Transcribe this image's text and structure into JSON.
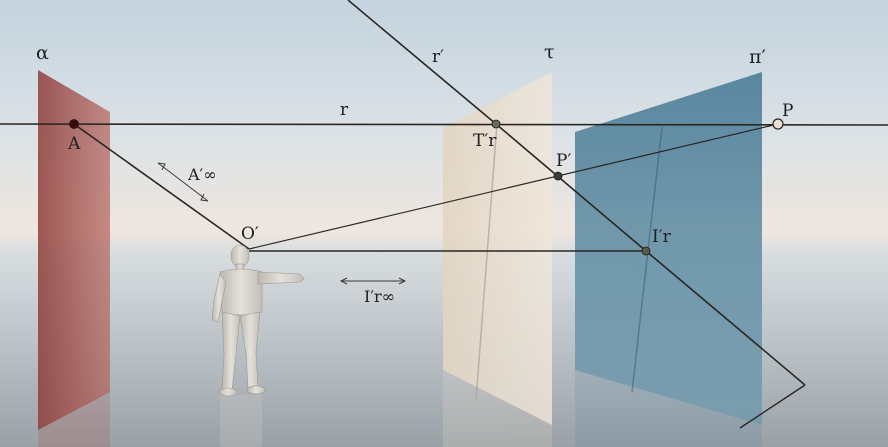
{
  "labels": {
    "plane_alpha": "α",
    "plane_tau": "τ",
    "plane_pi": "π′",
    "line_r": "r",
    "line_r_prime": "r′",
    "point_A": "A",
    "point_O": "O′",
    "point_P": "P",
    "point_P_prime": "P′",
    "point_T_r": "T′r",
    "point_I_r": "I′r",
    "direction_A_inf": "A′∞",
    "direction_I_r_inf": "I′r∞"
  },
  "colors": {
    "sky_top": "#c4d3de",
    "horizon": "#ede4de",
    "floor_bottom": "#9aa1a6",
    "plane_alpha": "#a24a45",
    "plane_tau": "#e8dccb",
    "plane_pi": "#5d8aa2",
    "lines": "#2a2622",
    "figure": "#d6d2cc"
  }
}
